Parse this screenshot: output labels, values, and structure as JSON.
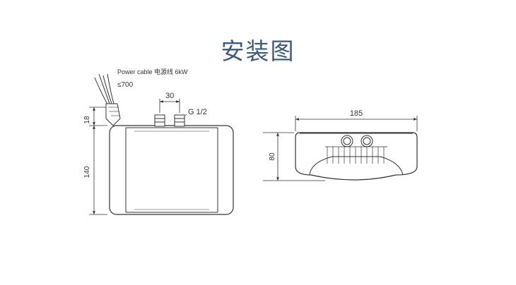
{
  "title": "安装图",
  "labels": {
    "power_cable": "Power cable 电源线 6kW",
    "cable_length": "≤700",
    "dim_30": "30",
    "thread": "G 1/2",
    "dim_18": "18",
    "dim_140": "140",
    "dim_185": "185",
    "dim_80": "80"
  }
}
